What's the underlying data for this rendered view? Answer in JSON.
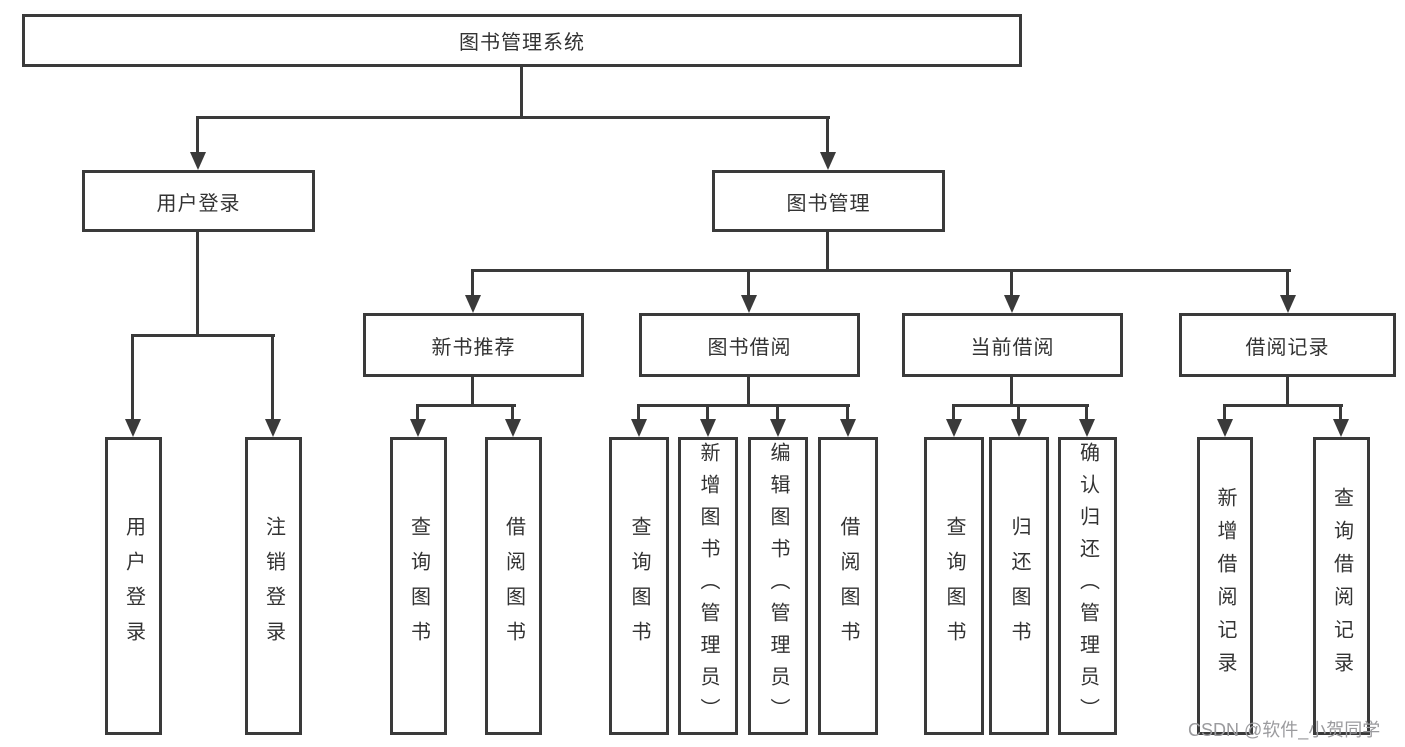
{
  "tree": {
    "label": "图书管理系统",
    "children": [
      {
        "label": "用户登录",
        "children": [
          {
            "label": "用户登录"
          },
          {
            "label": "注销登录"
          }
        ]
      },
      {
        "label": "图书管理",
        "children": [
          {
            "label": "新书推荐",
            "children": [
              {
                "label": "查询图书"
              },
              {
                "label": "借阅图书"
              }
            ]
          },
          {
            "label": "图书借阅",
            "children": [
              {
                "label": "查询图书"
              },
              {
                "label": "新增图书（管理员）"
              },
              {
                "label": "编辑图书（管理员）"
              },
              {
                "label": "借阅图书"
              }
            ]
          },
          {
            "label": "当前借阅",
            "children": [
              {
                "label": "查询图书"
              },
              {
                "label": "归还图书"
              },
              {
                "label": "确认归还（管理员）"
              }
            ]
          },
          {
            "label": "借阅记录",
            "children": [
              {
                "label": "新增借阅记录"
              },
              {
                "label": "查询借阅记录"
              }
            ]
          }
        ]
      }
    ]
  },
  "watermark": "CSDN @软件_小贺同学",
  "colors": {
    "line": "#3a3a3a",
    "text": "#333333",
    "background": "#ffffff",
    "watermark": "#9b9b9e"
  }
}
